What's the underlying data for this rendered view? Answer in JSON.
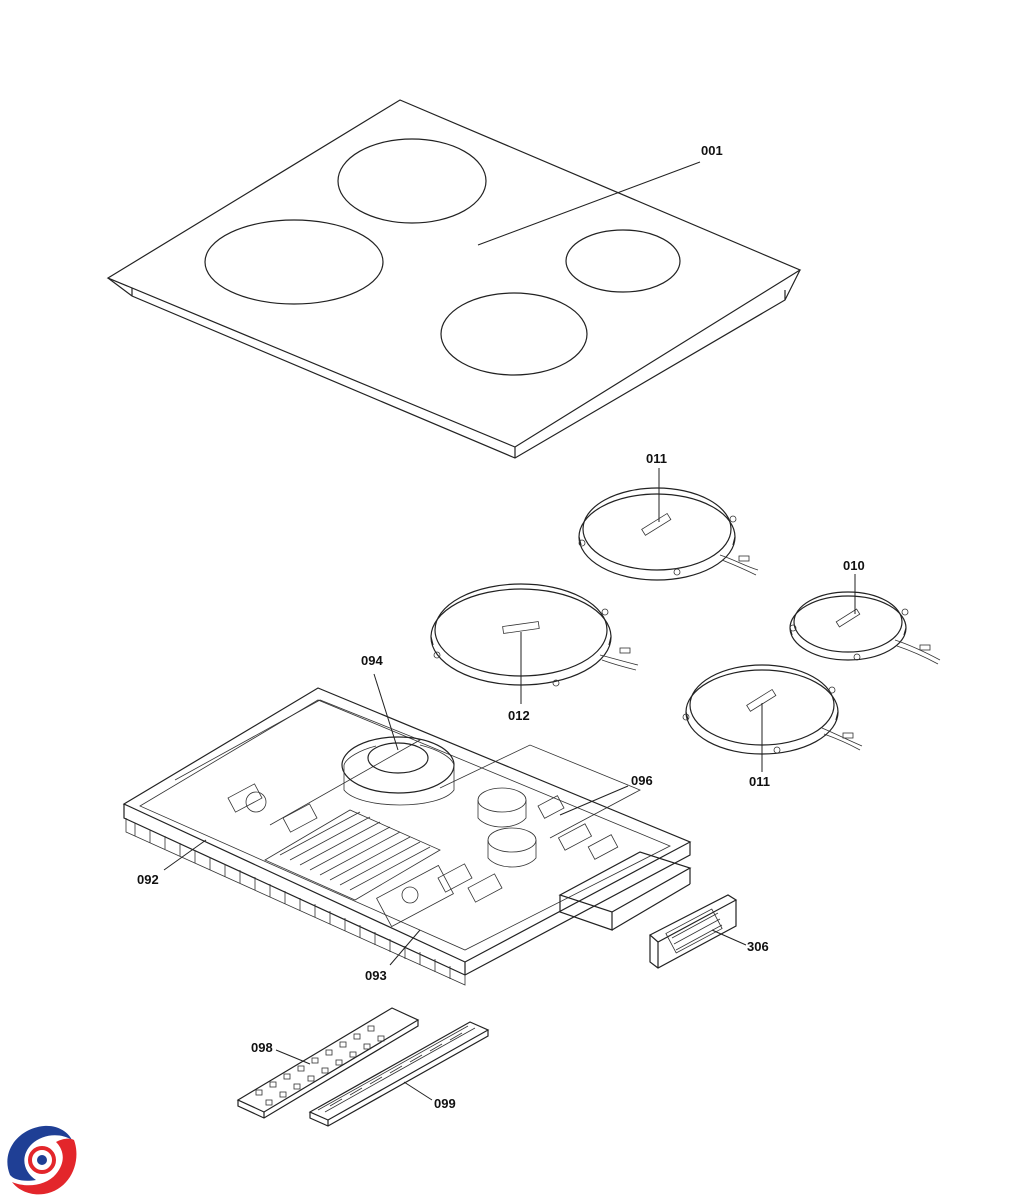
{
  "parts": [
    {
      "id": "hob-glass",
      "label": "001"
    },
    {
      "id": "induction-coil-rear-right",
      "label": "011"
    },
    {
      "id": "induction-coil-small",
      "label": "010"
    },
    {
      "id": "induction-coil-large",
      "label": "012"
    },
    {
      "id": "induction-coil-front-right",
      "label": "011"
    },
    {
      "id": "cooling-fan",
      "label": "094"
    },
    {
      "id": "power-board",
      "label": "096"
    },
    {
      "id": "base-housing",
      "label": "092"
    },
    {
      "id": "heatsink-board",
      "label": "093"
    },
    {
      "id": "connector-cover",
      "label": "306"
    },
    {
      "id": "control-board",
      "label": "098"
    },
    {
      "id": "control-board-holder",
      "label": "099"
    }
  ],
  "colors": {
    "line": "#222222",
    "logo_blue": "#1f3f95",
    "logo_red": "#e3262b"
  },
  "logo": {
    "icon": "brand-swirl-logo"
  }
}
